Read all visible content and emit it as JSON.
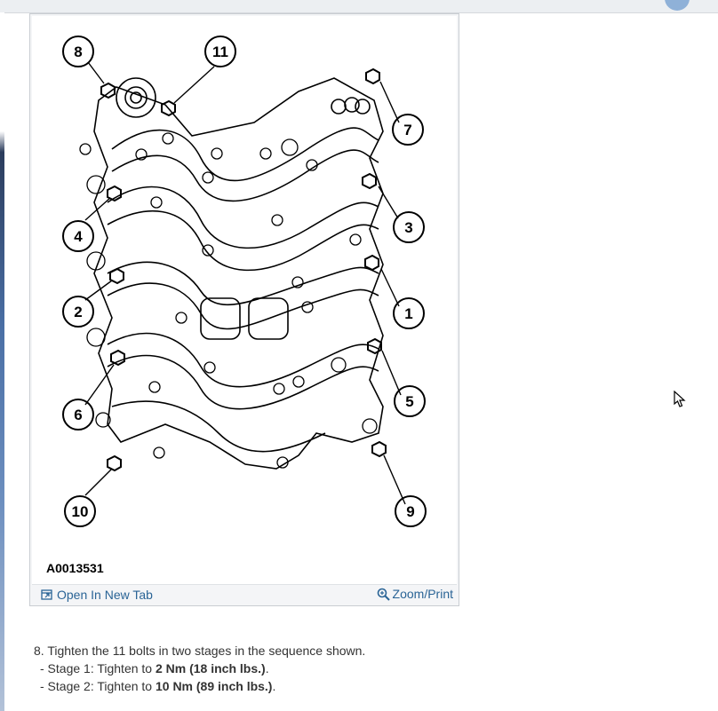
{
  "figure": {
    "id": "A0013531",
    "callouts": [
      "8",
      "11",
      "7",
      "4",
      "3",
      "2",
      "1",
      "6",
      "5",
      "10",
      "9"
    ],
    "open_link": "Open In New Tab",
    "zoom_link": "Zoom/Print",
    "icons": [
      "open-new-tab-icon",
      "zoom-icon"
    ]
  },
  "instructions": {
    "step": "8. Tighten the 11 bolts in two stages in the sequence shown.",
    "stages": [
      {
        "prefix": "-  Stage 1: Tighten to ",
        "value": "2 Nm (18 inch lbs.)",
        "suffix": "."
      },
      {
        "prefix": "-  Stage 2: Tighten to ",
        "value": "10 Nm (89 inch lbs.)",
        "suffix": "."
      }
    ]
  },
  "colors": {
    "link": "#2a6496",
    "text": "#333333"
  }
}
